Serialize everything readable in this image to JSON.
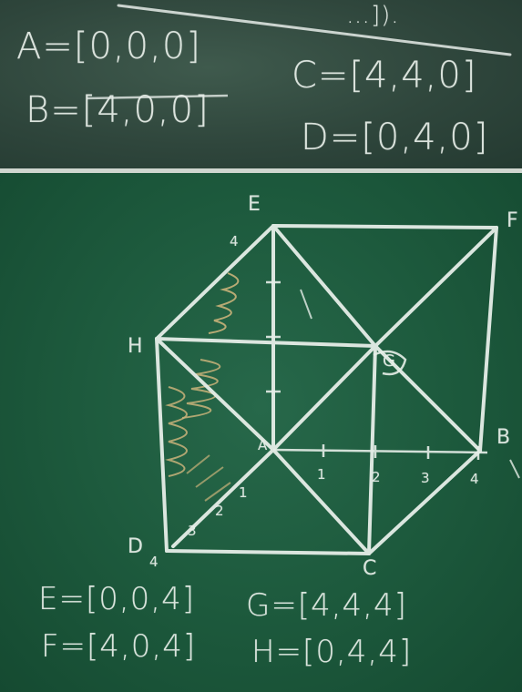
{
  "top_board": {
    "partial_line": "…]).",
    "coords": [
      {
        "text": "A=[0,0,0]"
      },
      {
        "text": "C=[4,4,0]"
      },
      {
        "text": "B=[4,0,0]"
      },
      {
        "text": "D=[0,4,0]"
      }
    ]
  },
  "cube": {
    "vertex_labels": {
      "E": "E",
      "F": "F",
      "H": "H",
      "G": "G",
      "B": "B",
      "D": "D",
      "C": "C",
      "A": "A"
    },
    "axis_ticks": {
      "x": [
        "1",
        "2",
        "3",
        "4"
      ],
      "y": [
        "1",
        "2",
        "3",
        "4"
      ],
      "z": [
        "4"
      ]
    }
  },
  "bottom_board": {
    "coords": [
      {
        "text": "E=[0,0,4]"
      },
      {
        "text": "G=[4,4,4]"
      },
      {
        "text": "F=[4,0,4]"
      },
      {
        "text": "H=[0,4,4]"
      }
    ]
  },
  "colors": {
    "chalk": "#e8efe9",
    "board_top": "#2f463c",
    "board_main": "#1d5a3d",
    "hatch": "#c9b37a"
  }
}
